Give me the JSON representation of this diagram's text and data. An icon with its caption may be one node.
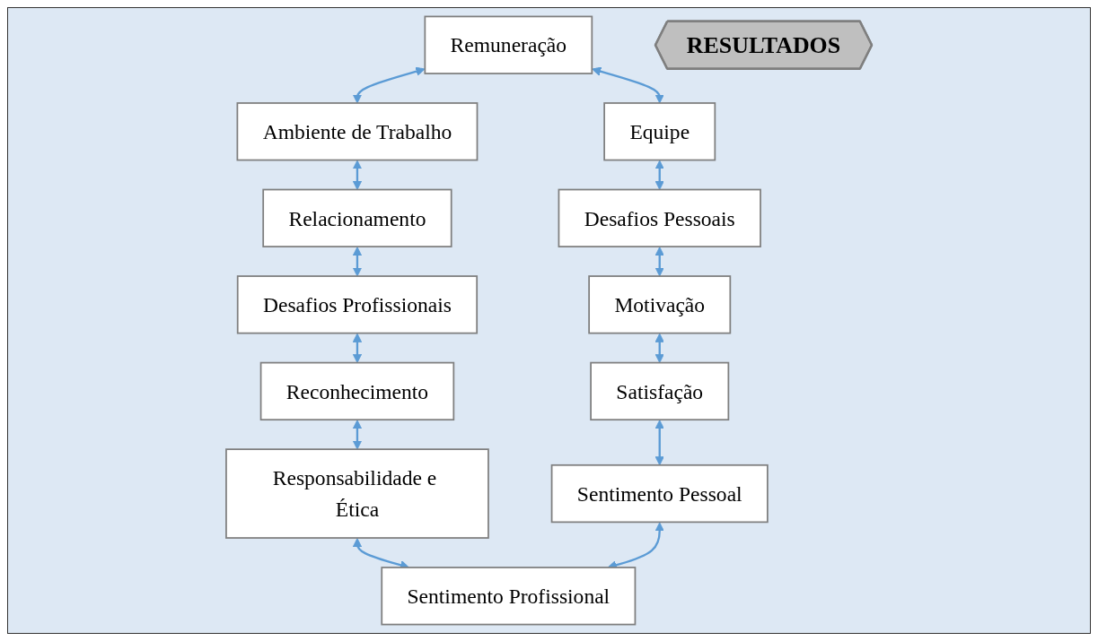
{
  "diagram": {
    "nodes": [
      {
        "text": [
          "Remuneração"
        ]
      },
      {
        "text": [
          "Ambiente de Trabalho"
        ]
      },
      {
        "text": [
          "Equipe"
        ]
      },
      {
        "text": [
          "Relacionamento"
        ]
      },
      {
        "text": [
          "Desafios Pessoais"
        ]
      },
      {
        "text": [
          "Desafios Profissionais"
        ]
      },
      {
        "text": [
          "RESULTADOS"
        ]
      },
      {
        "text": [
          "Motivação"
        ]
      },
      {
        "text": [
          "Reconhecimento"
        ]
      },
      {
        "text": [
          "Satisfação"
        ]
      },
      {
        "text": [
          "Responsabilidade e Ética"
        ]
      },
      {
        "text": [
          "Sentimento Pessoal"
        ]
      },
      {
        "text": [
          "Sentimento Profissional"
        ]
      }
    ],
    "edges": [
      {
        "from": 0,
        "to": 1,
        "arrow": "both"
      },
      {
        "from": 0,
        "to": 2,
        "arrow": "both"
      },
      {
        "from": 1,
        "to": 3,
        "arrow": "both"
      },
      {
        "from": 2,
        "to": 4,
        "arrow": "both"
      },
      {
        "from": 3,
        "to": 5,
        "arrow": "both"
      },
      {
        "from": 4,
        "to": 7,
        "arrow": "both"
      },
      {
        "from": 5,
        "to": 8,
        "arrow": "both"
      },
      {
        "from": 7,
        "to": 9,
        "arrow": "both"
      },
      {
        "from": 8,
        "to": 10,
        "arrow": "both"
      },
      {
        "from": 9,
        "to": 11,
        "arrow": "both"
      },
      {
        "from": 10,
        "to": 12,
        "arrow": "both"
      },
      {
        "from": 11,
        "to": 12,
        "arrow": "both"
      }
    ]
  }
}
